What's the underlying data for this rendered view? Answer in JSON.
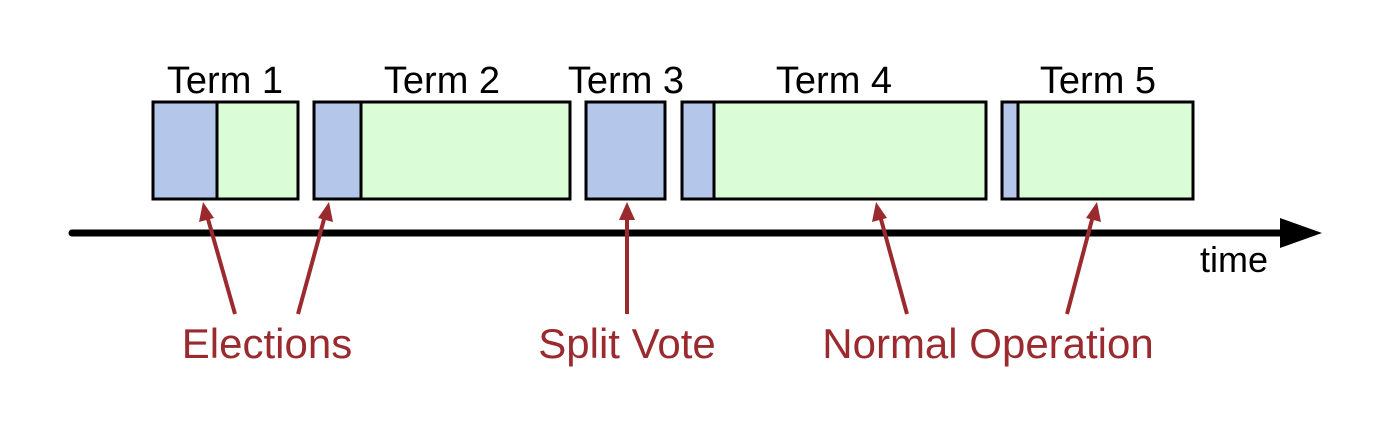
{
  "colors": {
    "election": "#b4c6ea",
    "normal": "#dafcd6",
    "outline": "#000000",
    "axis": "#000000",
    "annotation": "#9a2a2e"
  },
  "terms": [
    {
      "label": "Term 1",
      "election_share": 0.44
    },
    {
      "label": "Term 2",
      "election_share": 0.19
    },
    {
      "label": "Term 3",
      "election_share": 1.0
    },
    {
      "label": "Term 4",
      "election_share": 0.11
    },
    {
      "label": "Term 5",
      "election_share": 0.08
    }
  ],
  "axis": {
    "label": "time"
  },
  "annotations": {
    "elections": "Elections",
    "split_vote": "Split Vote",
    "normal_operation": "Normal Operation"
  }
}
